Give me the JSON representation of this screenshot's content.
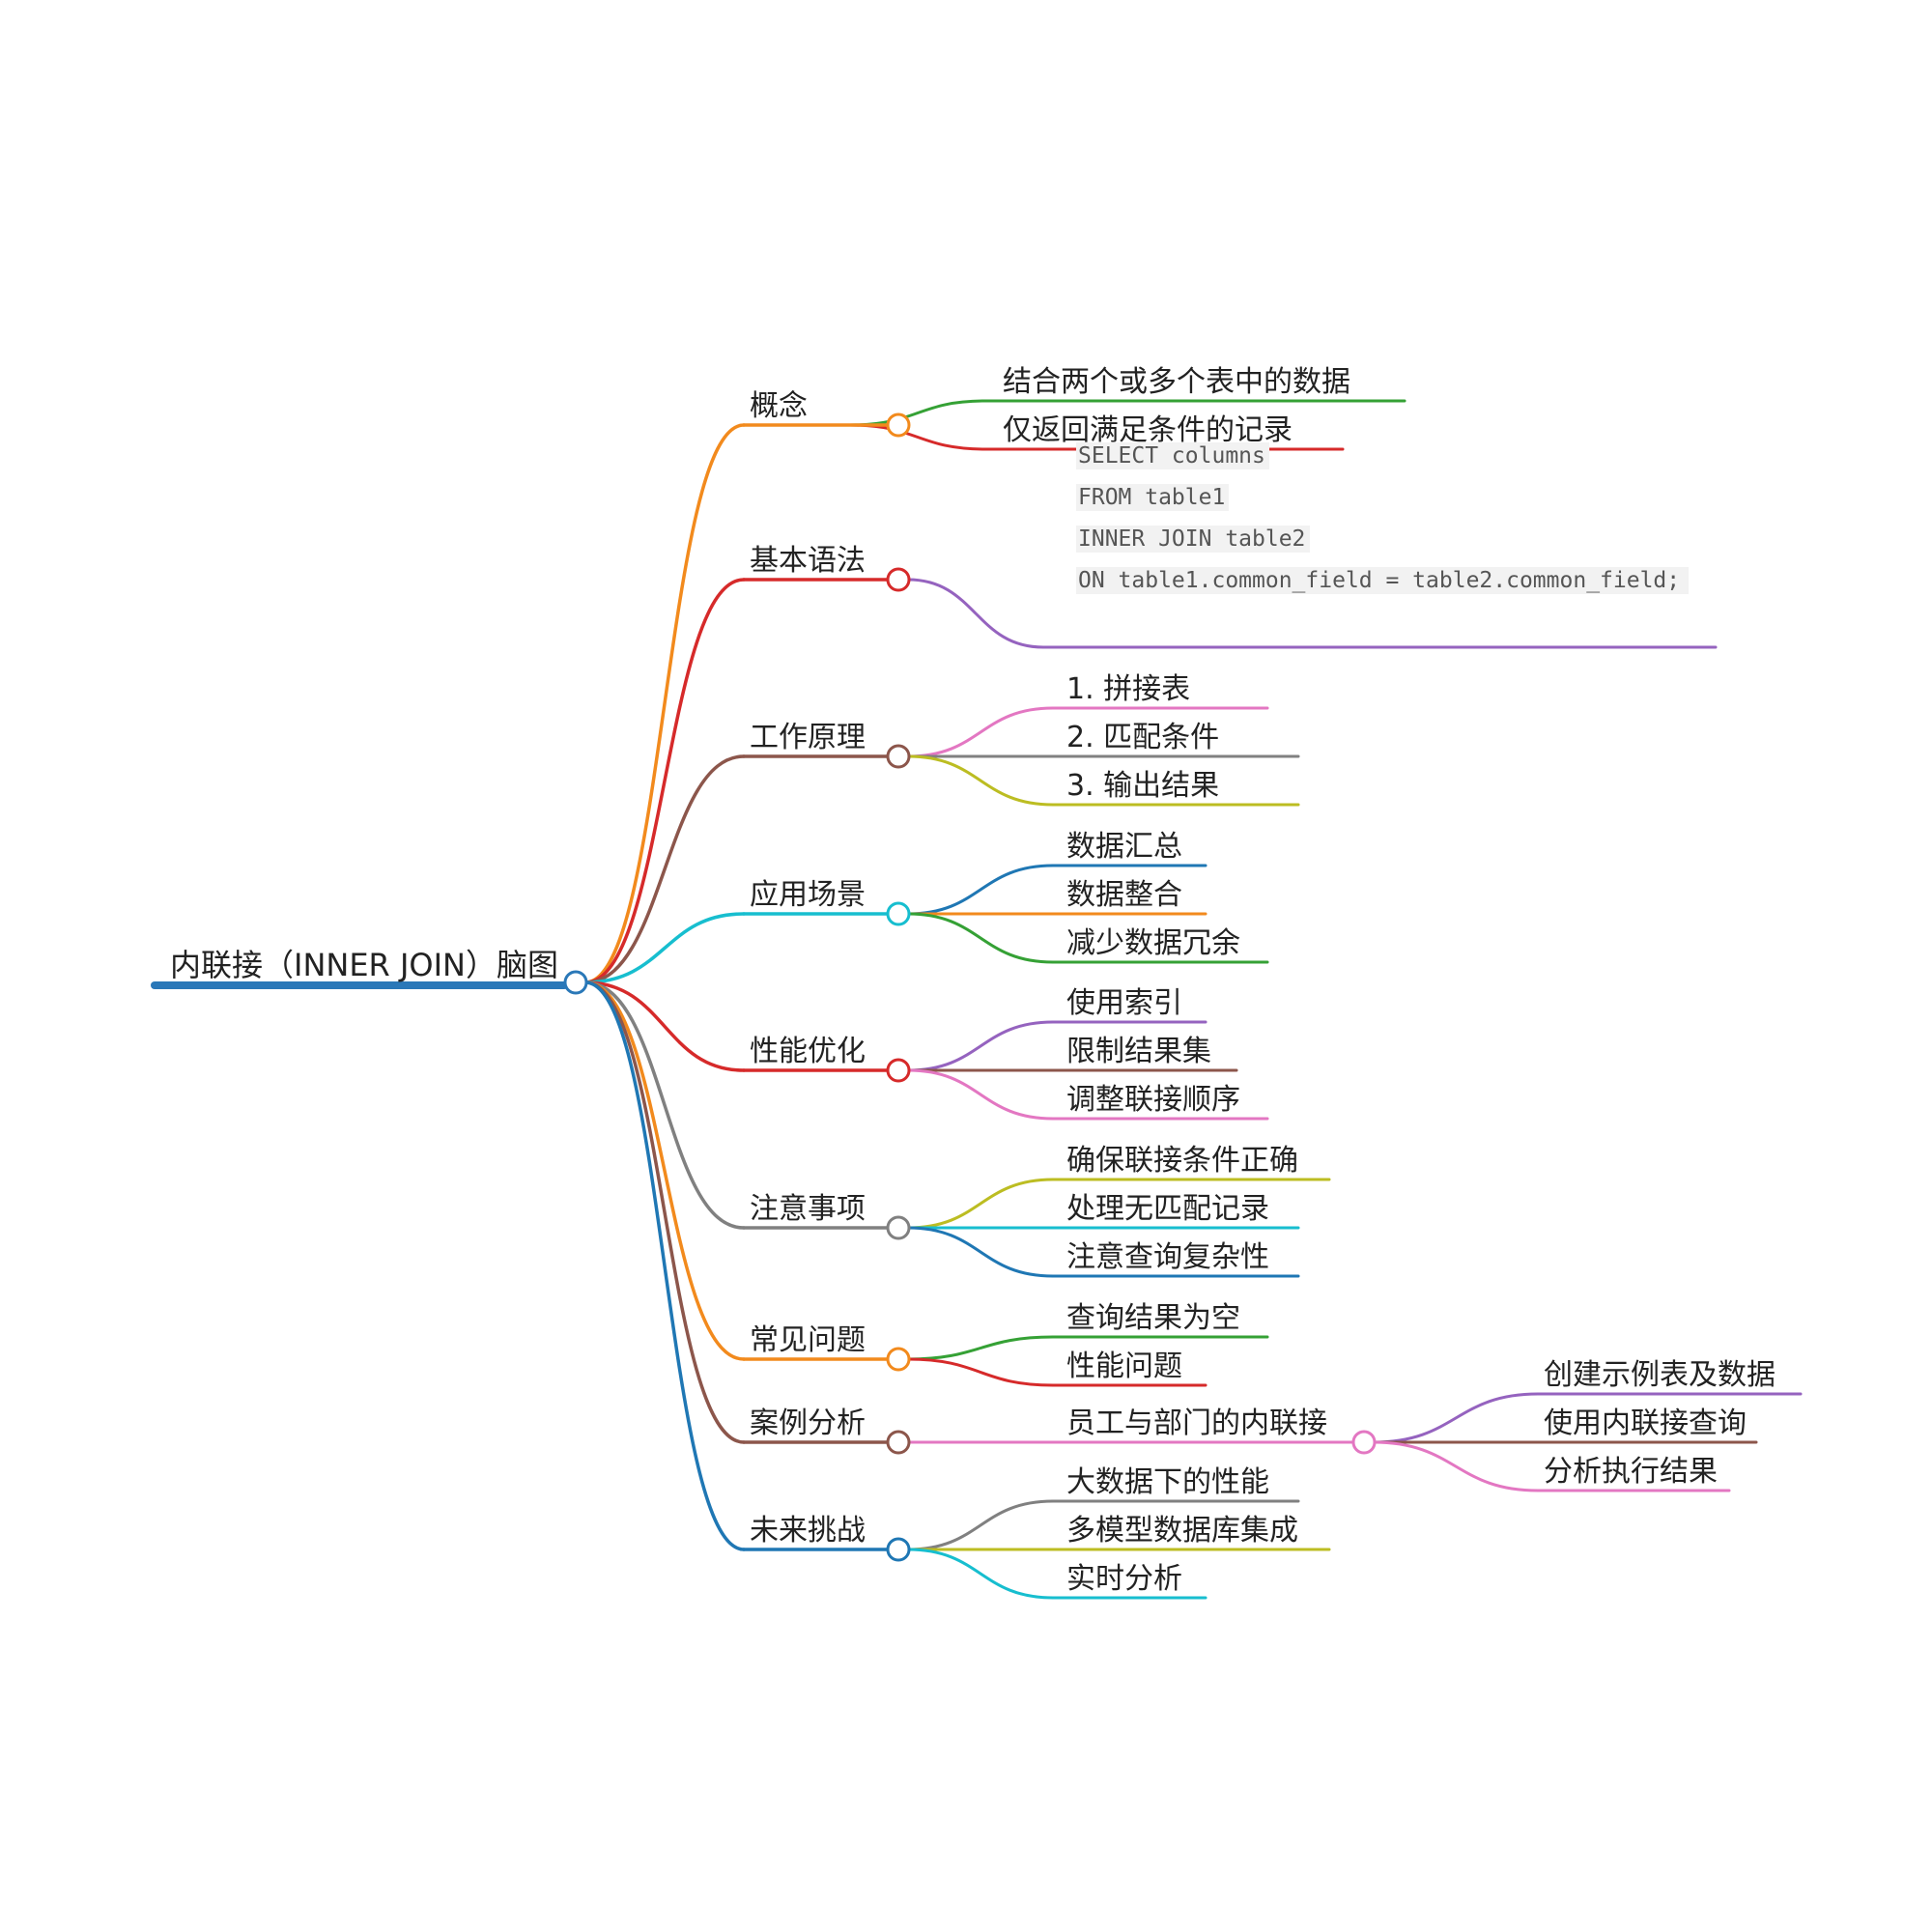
{
  "root": {
    "label": "内联接（INNER JOIN）脑图",
    "color": "#2a78b8"
  },
  "branches": [
    {
      "label": "概念",
      "color": "#f28a1d",
      "children": [
        {
          "label": "结合两个或多个表中的数据",
          "color": "#35a135"
        },
        {
          "label": "仅返回满足条件的记录",
          "color": "#d62a2a"
        }
      ]
    },
    {
      "label": "基本语法",
      "color": "#d62a2a",
      "children": [
        {
          "code": [
            "SELECT columns",
            "FROM table1",
            "INNER JOIN table2",
            "ON table1.common_field = table2.common_field;"
          ],
          "color": "#9563bf"
        }
      ]
    },
    {
      "label": "工作原理",
      "color": "#8c564b",
      "children": [
        {
          "label": "1. 拼接表",
          "color": "#e377c2"
        },
        {
          "label": "2. 匹配条件",
          "color": "#808080"
        },
        {
          "label": "3. 输出结果",
          "color": "#bcbd22"
        }
      ]
    },
    {
      "label": "应用场景",
      "color": "#17becf",
      "children": [
        {
          "label": "数据汇总",
          "color": "#1f77b4"
        },
        {
          "label": "数据整合",
          "color": "#f28a1d"
        },
        {
          "label": "减少数据冗余",
          "color": "#35a135"
        }
      ]
    },
    {
      "label": "性能优化",
      "color": "#d62a2a",
      "children": [
        {
          "label": "使用索引",
          "color": "#9563bf"
        },
        {
          "label": "限制结果集",
          "color": "#8c564b"
        },
        {
          "label": "调整联接顺序",
          "color": "#e377c2"
        }
      ]
    },
    {
      "label": "注意事项",
      "color": "#808080",
      "children": [
        {
          "label": "确保联接条件正确",
          "color": "#bcbd22"
        },
        {
          "label": "处理无匹配记录",
          "color": "#17becf"
        },
        {
          "label": "注意查询复杂性",
          "color": "#1f77b4"
        }
      ]
    },
    {
      "label": "常见问题",
      "color": "#f28a1d",
      "children": [
        {
          "label": "查询结果为空",
          "color": "#35a135"
        },
        {
          "label": "性能问题",
          "color": "#d62a2a"
        }
      ]
    },
    {
      "label": "案例分析",
      "color": "#8c564b",
      "children": [
        {
          "label": "员工与部门的内联接",
          "color": "#e377c2",
          "children": [
            {
              "label": "创建示例表及数据",
              "color": "#9563bf"
            },
            {
              "label": "使用内联接查询",
              "color": "#8c564b"
            },
            {
              "label": "分析执行结果",
              "color": "#e377c2"
            }
          ]
        }
      ]
    },
    {
      "label": "未来挑战",
      "color": "#1f77b4",
      "children": [
        {
          "label": "大数据下的性能",
          "color": "#808080"
        },
        {
          "label": "多模型数据库集成",
          "color": "#bcbd22"
        },
        {
          "label": "实时分析",
          "color": "#17becf"
        }
      ]
    }
  ]
}
